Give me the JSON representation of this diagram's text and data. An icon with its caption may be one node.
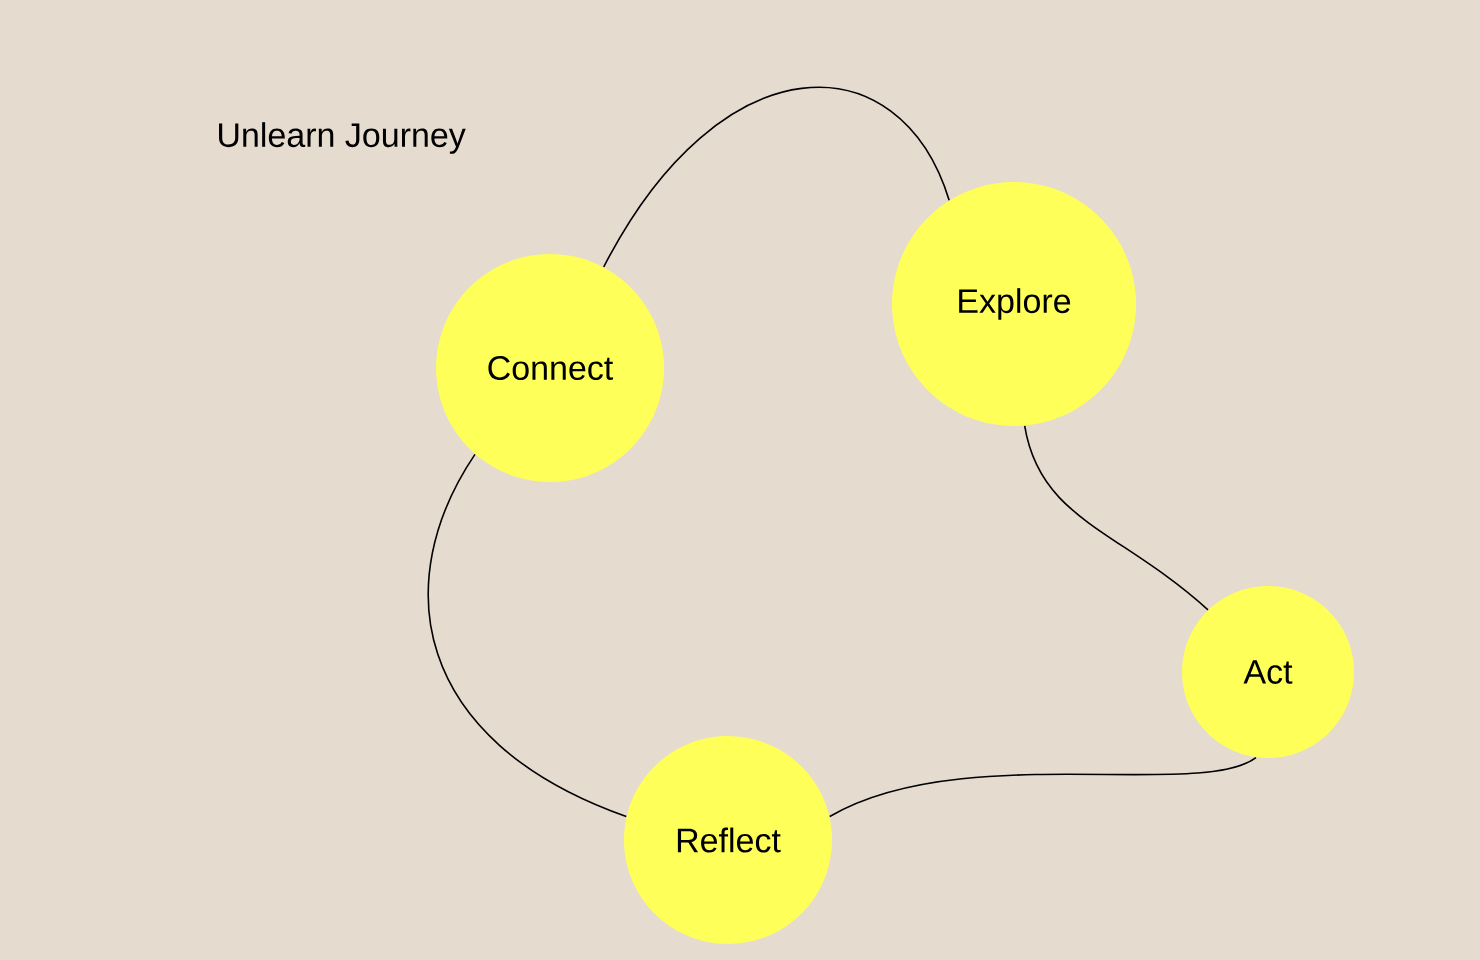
{
  "diagram": {
    "title": "Unlearn Journey",
    "nodes": [
      {
        "text": [
          "Connect"
        ]
      },
      {
        "text": [
          "Explore"
        ]
      },
      {
        "text": [
          "Act"
        ]
      },
      {
        "text": [
          "Reflect"
        ]
      }
    ],
    "edges": [
      {
        "from": 0,
        "to": 1,
        "arrow": "none"
      },
      {
        "from": 1,
        "to": 2,
        "arrow": "none"
      },
      {
        "from": 2,
        "to": 3,
        "arrow": "none"
      },
      {
        "from": 3,
        "to": 0,
        "arrow": "none"
      }
    ]
  }
}
